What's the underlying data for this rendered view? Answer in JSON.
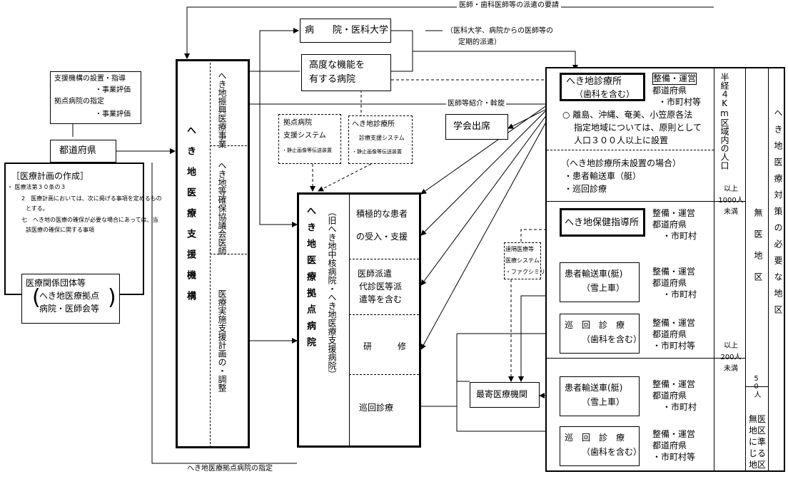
{
  "top_request": "医師・歯科医師等の派遣の要請",
  "dispatch_note": [
    "（医科大学、病院からの医師等の",
    "定期的派遣）"
  ],
  "referral_note": "医師等紹介・斡旋",
  "designation_note": "へき地医療拠点病院の指定",
  "pref_support": {
    "line1": "支援機構の設置・指導",
    "line2": "・事業評価",
    "line3": "拠点病院の指定",
    "line4": "・事業評価"
  },
  "prefecture": "都道府県",
  "plan": {
    "title": "［医療計画の作成］",
    "l1": "・ 医療法第３０条の３",
    "l2": "2　医療計画においては、次に掲げる事項を定めるもの",
    "l3": "とする。",
    "l4": "七　へき地の医療の確保が必要な場合にあっては、当",
    "l5": "該医療の確保に関する事項"
  },
  "assoc": {
    "title": "医療関係団体等",
    "sub1": "へき地医療拠点",
    "sub2": "病院・医師会等"
  },
  "support_org": {
    "title": "へき地医療支援機構",
    "col1": "へき地振興医療事業",
    "col2": "へき地等確保協議会医師",
    "col3": "医療実施支援計画の・調整"
  },
  "univ": "病　　院・医科大学",
  "advanced": {
    "l1": "高度な機能を",
    "l2": "有する病院"
  },
  "base_system": {
    "l1": "拠点病院",
    "l2": "支援システム",
    "l3": "・静止画像等伝送装置"
  },
  "clinic_system": {
    "l1": "へき地診療所",
    "l2": "診療支援システム",
    "l3": "・静止画像等伝送装置"
  },
  "academic": "学会出席",
  "base_hospital": {
    "title": "へき地医療拠点病院",
    "sub": "（旧へき地中核病院・へき地医療支援病院）",
    "r1a": "積極的な患者",
    "r1b": "の受入・支援",
    "r2a": "医師派遣",
    "r2b": "代診医等派",
    "r2c": "遣等を含む",
    "r3": "研　　　修",
    "r4": "巡回診療"
  },
  "telemed": {
    "l1": "遠隔医療等",
    "l2": "医療システム",
    "l3": "・ファクシミリ"
  },
  "nearest": "最寄医療機関",
  "clinic": {
    "l1": "へき地診療所",
    "l2": "（歯科を含む）"
  },
  "admin": {
    "l1": "整備・運営",
    "l2": "都道府県",
    "l3": "・市町村等",
    "l3b": "・市町村"
  },
  "island_note": {
    "l1": "○ 離島、沖縄、奄美、小笠原各法",
    "l2": "指定地域については、原則として",
    "l3": "人口３００人以上に設置"
  },
  "no_clinic": {
    "l1": "（へき地診療所未設置の場合）",
    "l2": "・患者輸送車（艇）",
    "l3": "・巡回診療"
  },
  "health_guide": "へき地保健指導所",
  "transport": {
    "l1": "患者輸送車(艇)",
    "l2": "（雪上車）"
  },
  "tour": {
    "l1": "巡　回　診　療",
    "l2": "（歯科を含む）"
  },
  "area": {
    "radius": "半経４Km区域内の人口",
    "pop1": "以上1000人未満",
    "pop2": "以上200人未満",
    "pop3": "50人"
  },
  "no_doctor": "無医地区",
  "quasi": "無医地区に準じる地区",
  "far_right": "へき地医療対策の必要な地区"
}
